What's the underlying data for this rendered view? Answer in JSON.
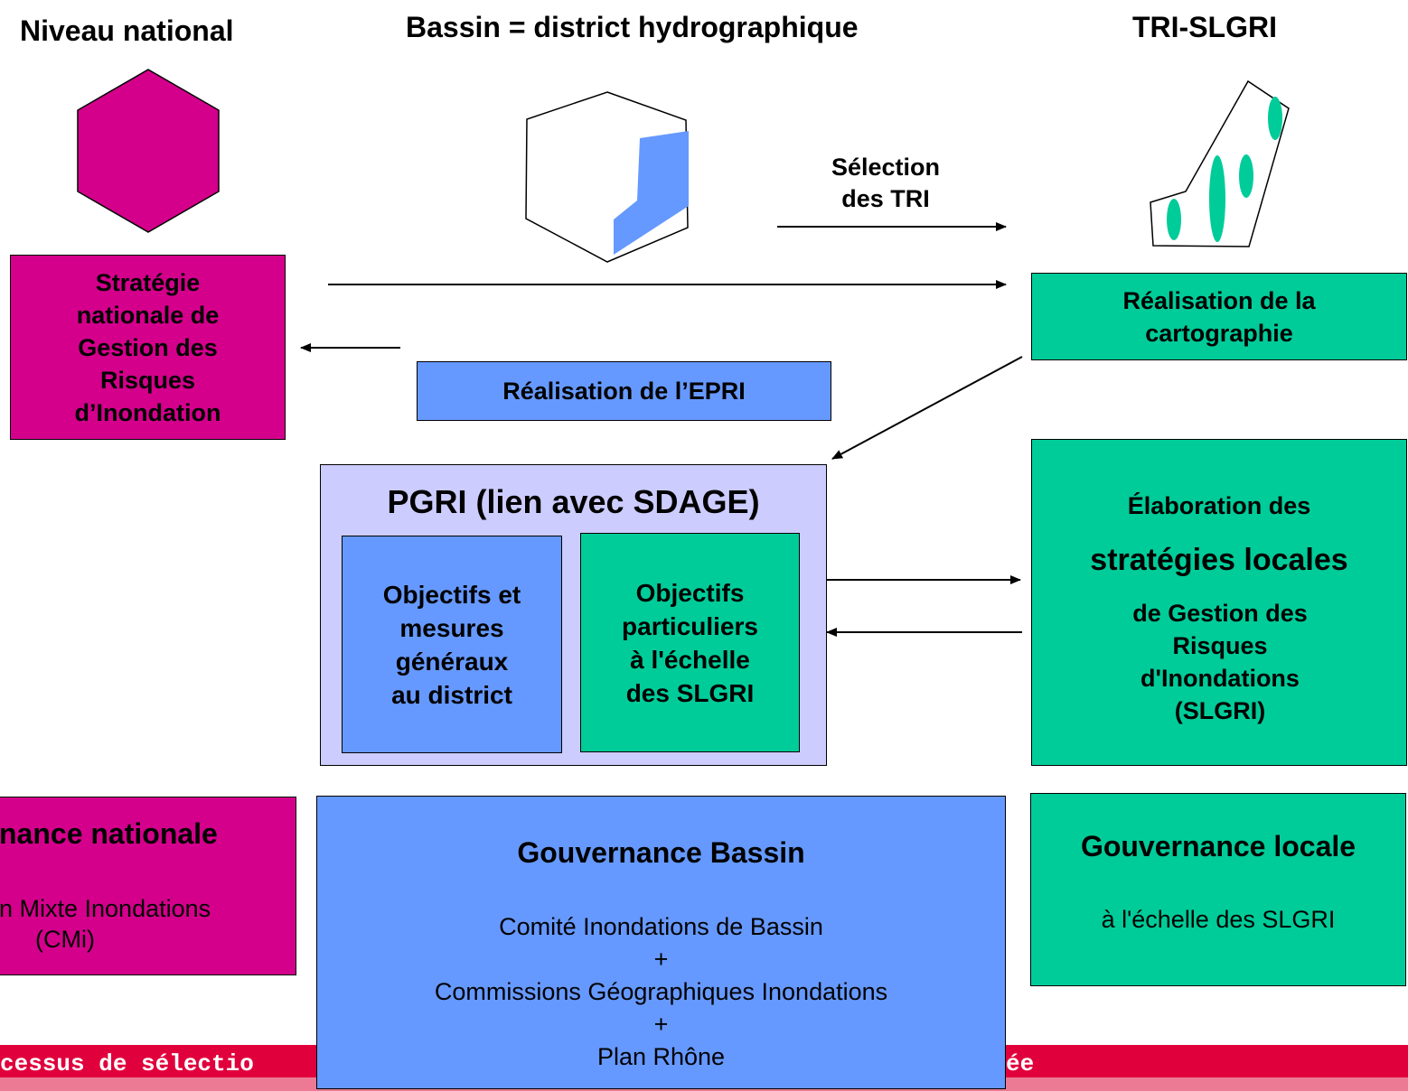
{
  "columns": {
    "national": "Niveau national",
    "bassin": "Bassin = district hydrographique",
    "tri": "TRI-SLGRI"
  },
  "arrow_labels": {
    "selection_line1": "Sélection",
    "selection_line2": "des TRI"
  },
  "boxes": {
    "strategie_nationale": [
      "Stratégie",
      "nationale de",
      "Gestion des",
      "Risques",
      "d’Inondation"
    ],
    "epri": "Réalisation de l’EPRI",
    "cartographie": [
      "Réalisation de la",
      "cartographie"
    ],
    "pgri_title": "PGRI (lien avec SDAGE)",
    "objectifs_generaux": [
      "Objectifs et",
      "mesures",
      "généraux",
      "au district"
    ],
    "objectifs_particuliers": [
      "Objectifs",
      "particuliers",
      "à l'échelle",
      "des SLGRI"
    ],
    "slgri_line1": "Élaboration des",
    "slgri_line2": "stratégies locales",
    "slgri_rest": [
      "de Gestion des",
      "Risques",
      "d'Inondations",
      "(SLGRI)"
    ],
    "gov_nationale_title": "nance nationale",
    "gov_nationale_body": [
      "n Mixte Inondations",
      "(CMi)"
    ],
    "gov_bassin_title": "Gouvernance Bassin",
    "gov_bassin_body": [
      "Comité Inondations de Bassin",
      "+",
      "Commissions Géographiques Inondations",
      "+",
      "Plan Rhône"
    ],
    "gov_locale_title": "Gouvernance locale",
    "gov_locale_body": "à l'échelle des SLGRI"
  },
  "footer": {
    "left": "cessus de sélectio",
    "right": "ée"
  },
  "colors": {
    "magenta": "#d4008c",
    "blue": "#6699ff",
    "green": "#00cc99",
    "lavender": "#ccccff",
    "footer_red": "#e0003c"
  }
}
